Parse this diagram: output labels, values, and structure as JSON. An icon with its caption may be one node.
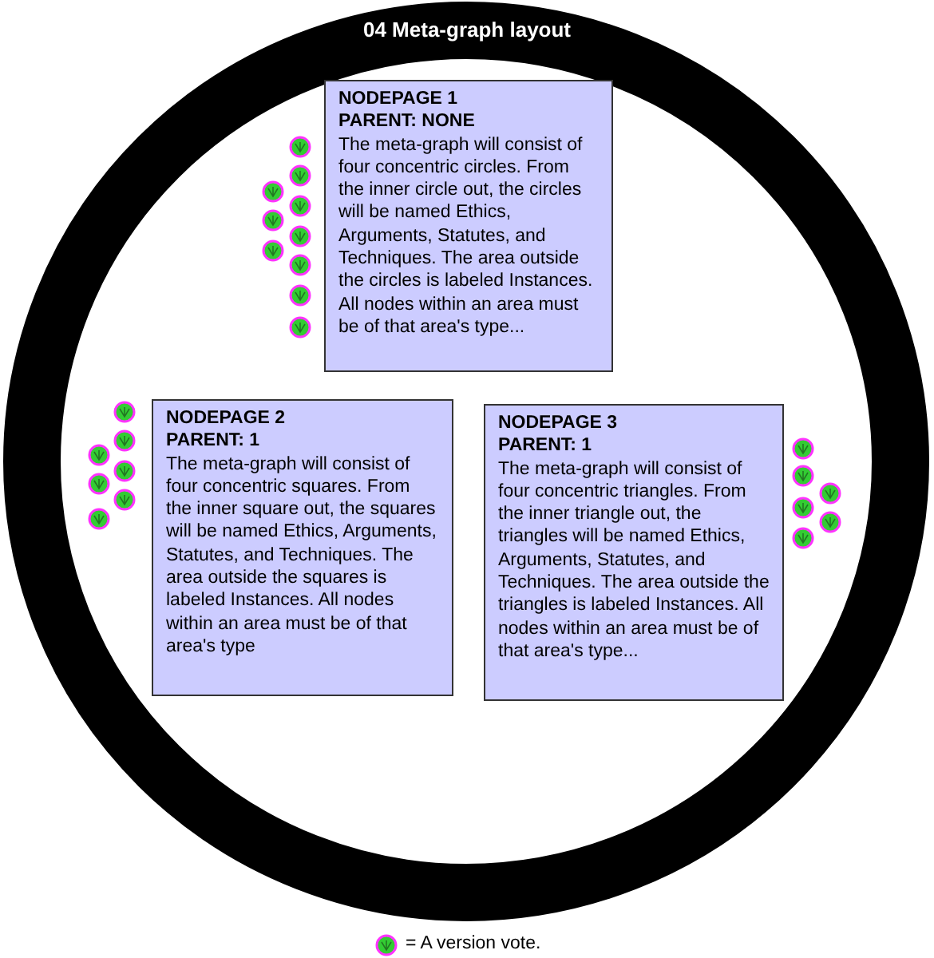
{
  "diagram": {
    "title": "04 Meta-graph layout",
    "nodes": [
      {
        "text": [
          "NODEPAGE 1",
          "PARENT: NONE",
          "The meta-graph will consist of four concentric circles. From the inner circle out, the circles will be named Ethics, Arguments, Statutes, and Techniques. The area outside the circles is labeled Instances.  All nodes within an area must be of that area's type..."
        ]
      },
      {
        "text": [
          "NODEPAGE 2",
          "PARENT: 1",
          "The meta-graph will consist of four concentric squares. From the inner square out, the squares will be named Ethics, Arguments, Statutes, and Techniques.  The area outside the squares is labeled Instances.  All nodes within an area must be of that area's type"
        ]
      },
      {
        "text": [
          "NODEPAGE 3",
          "PARENT: 1",
          "The meta-graph will consist of four concentric triangles. From the inner triangle out, the triangles will be named Ethics, Arguments, Statutes, and Techniques.  The area outside the triangles is labeled Instances.  All nodes within an area must be of that area's type..."
        ]
      }
    ],
    "legend": [
      {
        "text": "= A version vote."
      }
    ]
  }
}
